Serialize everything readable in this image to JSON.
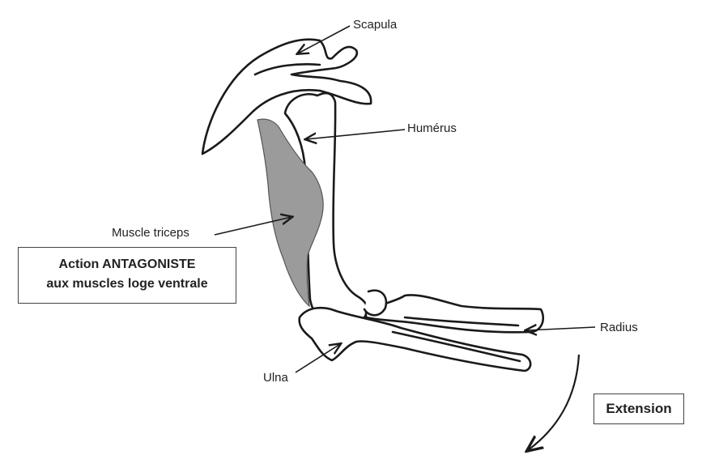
{
  "labels": {
    "scapula": "Scapula",
    "humerus": "Humérus",
    "triceps": "Muscle triceps",
    "radius": "Radius",
    "ulna": "Ulna"
  },
  "boxes": {
    "action_line1": "Action ANTAGONISTE",
    "action_line2": "aux muscles loge ventrale",
    "extension": "Extension"
  },
  "colors": {
    "outline": "#1a1a1a",
    "muscle_fill": "#9b9b9b",
    "background": "#ffffff"
  }
}
